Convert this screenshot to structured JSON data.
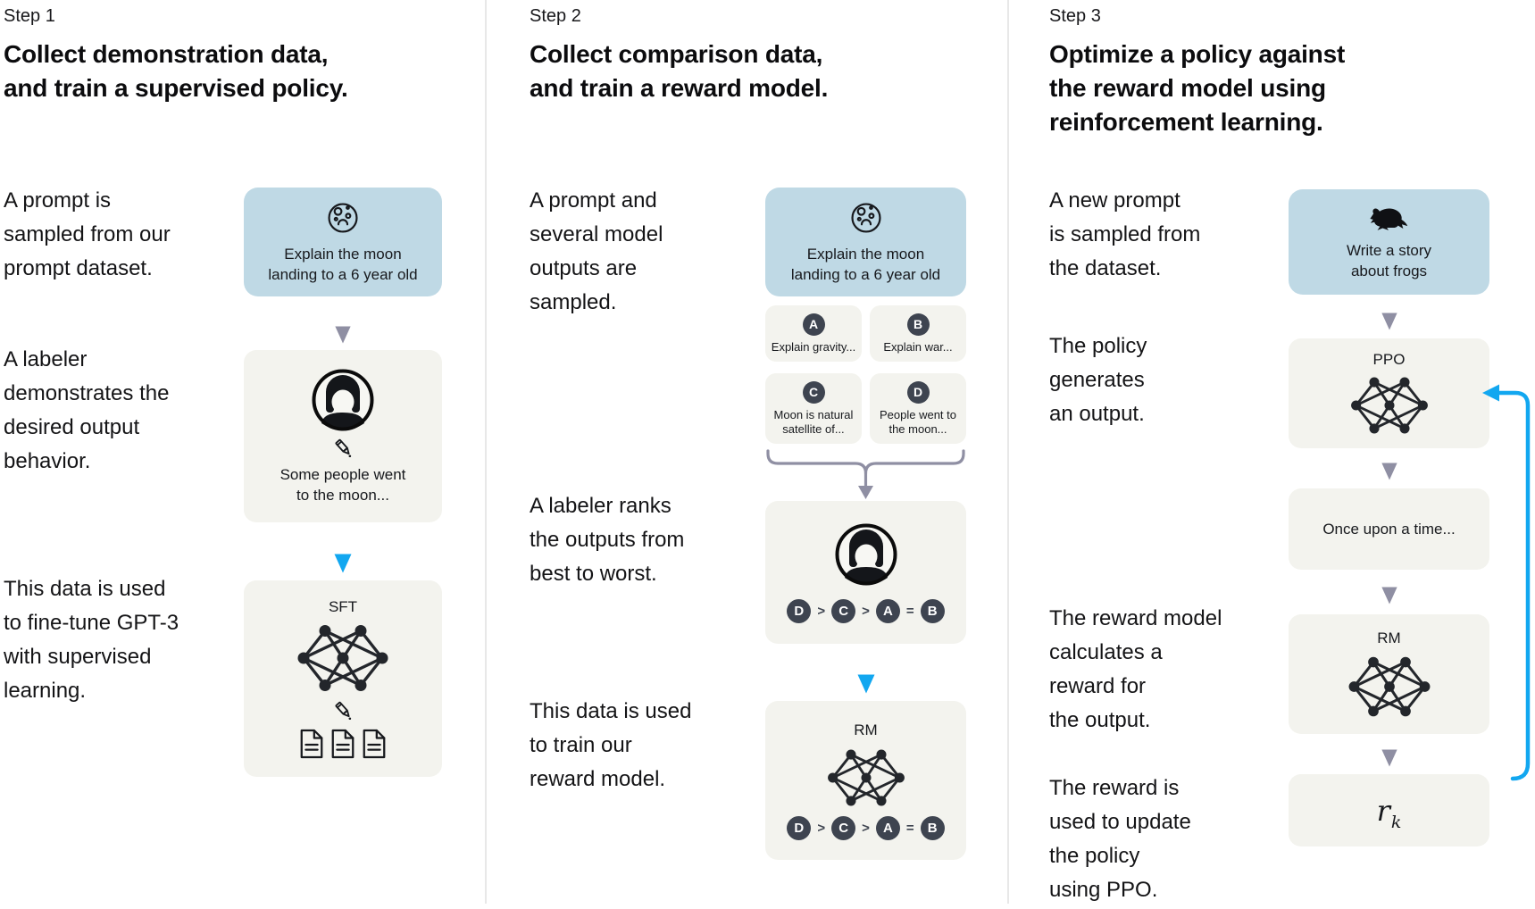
{
  "colors": {
    "prompt_card_bg": "#bfd9e5",
    "card_bg": "#f3f3ee",
    "badge_bg": "#3e4450",
    "arrow_gray": "#8f8fa3",
    "arrow_blue": "#12a7f0",
    "divider": "#e8e8e8",
    "text": "#141416"
  },
  "steps": [
    {
      "label": "Step 1",
      "title": "Collect demonstration data,\nand train a supervised policy.",
      "captions": {
        "prompt": "A prompt is\nsampled from our\nprompt dataset.",
        "labeler": "A labeler\ndemonstrates the\ndesired output\nbehavior.",
        "train": "This data is used\nto fine-tune GPT-3\nwith supervised\nlearning."
      },
      "prompt_card": {
        "icon": "moon-icon",
        "text": "Explain the moon\nlanding to a 6 year old"
      },
      "labeler_card": {
        "icon": "labeler-avatar-icon",
        "text": "Some people went\nto the moon..."
      },
      "model_card": {
        "label": "SFT"
      }
    },
    {
      "label": "Step 2",
      "title": "Collect comparison data,\nand train a reward model.",
      "captions": {
        "prompt": "A prompt and\nseveral model\noutputs are\nsampled.",
        "rank": "A labeler ranks\nthe outputs from\nbest to worst.",
        "train": "This data is used\nto train our\nreward model."
      },
      "prompt_card": {
        "icon": "moon-icon",
        "text": "Explain the moon\nlanding to a 6 year old"
      },
      "outputs": [
        {
          "badge": "A",
          "text": "Explain gravity..."
        },
        {
          "badge": "B",
          "text": "Explain war..."
        },
        {
          "badge": "C",
          "text": "Moon is natural\nsatellite of..."
        },
        {
          "badge": "D",
          "text": "People went to\nthe moon..."
        }
      ],
      "ranking": {
        "tokens": [
          "D",
          ">",
          "C",
          ">",
          "A",
          "=",
          "B"
        ]
      },
      "model_card": {
        "label": "RM"
      }
    },
    {
      "label": "Step 3",
      "title": "Optimize a policy against\nthe reward model using\nreinforcement learning.",
      "captions": {
        "prompt": "A new prompt\nis sampled from\nthe dataset.",
        "policy": "The policy\ngenerates\nan output.",
        "reward": "The reward model\ncalculates a\nreward for\nthe output.",
        "update": "The reward is\nused to update\nthe policy\nusing PPO."
      },
      "prompt_card": {
        "icon": "frog-icon",
        "text": "Write a story\nabout frogs"
      },
      "ppo_card": {
        "label": "PPO"
      },
      "output_card": {
        "text": "Once upon a time..."
      },
      "rm_card": {
        "label": "RM"
      },
      "reward_card": {
        "symbol": "r",
        "subscript": "k"
      }
    }
  ]
}
